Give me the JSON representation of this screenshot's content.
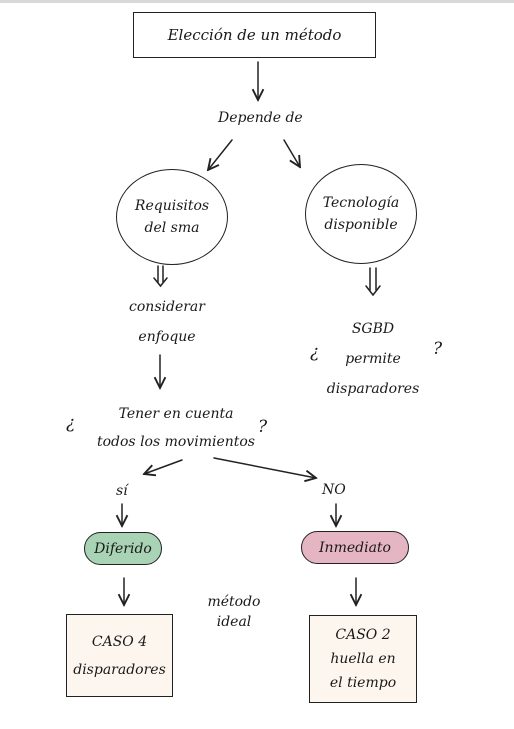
{
  "title": "Elección de un método",
  "depends_label": "Depende de",
  "left_branch": {
    "circle_lines": [
      "Requisitos",
      "del sma"
    ],
    "note_lines": [
      "considerar",
      "enfoque"
    ]
  },
  "right_branch": {
    "circle_lines": [
      "Tecnología",
      "disponible"
    ],
    "question": {
      "open_mark": "¿",
      "lines": [
        "SGBD",
        "permite",
        "disparadores"
      ],
      "close_mark": "?"
    }
  },
  "main_question": {
    "open_mark": "¿",
    "lines": [
      "Tener en cuenta",
      "todos los movimientos"
    ],
    "close_mark": "?"
  },
  "yes_label": "sí",
  "no_label": "NO",
  "deferred": {
    "label": "Diferido",
    "color": "#a9d3b5"
  },
  "immediate": {
    "label": "Inmediato",
    "color": "#e6b5c3"
  },
  "ideal_label_lines": [
    "método",
    "ideal"
  ],
  "case1_lines": [
    "CASO 4",
    "disparadores"
  ],
  "case2_lines": [
    "CASO 2",
    "huella en",
    "el tiempo"
  ],
  "box_fill": "#fdf6ee"
}
